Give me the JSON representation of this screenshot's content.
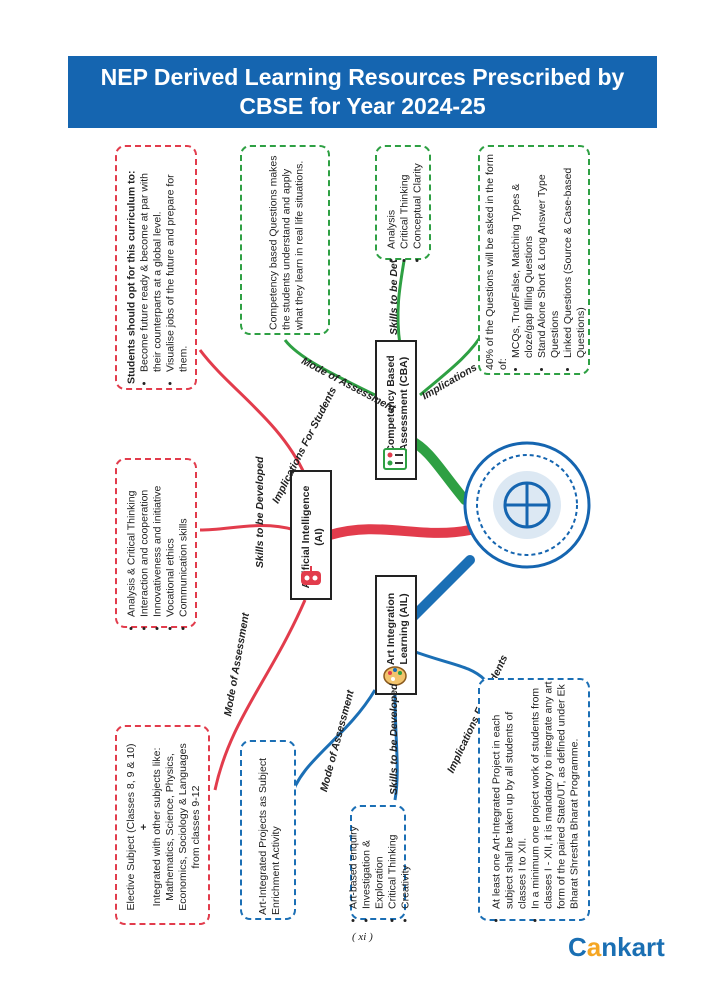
{
  "title": {
    "line1": "NEP Derived Learning Resources Prescribed by",
    "line2": "CBSE for Year 2024-25"
  },
  "center": {
    "logo_name": "cbse-logo"
  },
  "ai": {
    "node_label": "Artificial Intelligence (AI)",
    "skills_label": "Skills to be Developed",
    "implications_label": "Implications For Students",
    "assessment_label": "Mode of Assessment",
    "skills": [
      "Analysis & Critical Thinking",
      "Interaction and cooperation",
      "Innovativeness and initiative",
      "Vocational ethics",
      "Communication skills"
    ],
    "implications_title": "Students should opt for this curriculum to:",
    "implications": [
      "Become future ready & become at par with their counterparts at a global level.",
      "Visualise jobs of the future and prepare for them."
    ],
    "assessment_line1": "Elective Subject (Classes 8, 9 & 10)",
    "assessment_plus": "+",
    "assessment_line2": "Integrated with other subjects like: Mathematics, Science, Physics, Economics, Sociology & Languages from classes 9-12"
  },
  "cba": {
    "node_label": "Competency Based Assessment (CBA)",
    "skills_label": "Skills to be Developed",
    "assessment_label": "Mode of Assessment",
    "implications_label": "Implications For Students",
    "skills": [
      "Analysis",
      "Critical Thinking",
      "Conceptual Clarity"
    ],
    "assessment": "Competency based Questions makes the students understand and apply what they learn in real life situations.",
    "implications_title": "40% of the Questions will be asked in the form of:",
    "implications": [
      "MCQs, True/False, Matching Types & cloze/gap filling Questions",
      "Stand Alone Short & Long Answer Type Questions",
      "Linked Questions (Source & Case-based Questions)"
    ]
  },
  "ail": {
    "node_label": "Art Integration Learning (AIL)",
    "assessment_label": "Mode of Assessment",
    "skills_label": "Skills to be Developed",
    "implications_label": "Implications For Students",
    "assessment": "Art-Integrated Projects as Subject Enrichment Activity",
    "skills": [
      "Art-based enquiry",
      "Investigation & Exploration",
      "Critical Thinking",
      "Creativity"
    ],
    "implications": [
      "At least one Art-Integrated Project in each subject shall be taken up by all students of classes I to XII.",
      "In a minimum one project work of students from classes I - XII, it is mandatory to integrate any art form of the paired State/UT, as defined under Ek Bharat Shrestha Bharat Programme."
    ]
  },
  "footer": {
    "page_number": "( xi )",
    "brand_c": "C",
    "brand_a": "a",
    "brand_rest": "nkart"
  },
  "colors": {
    "title_bg": "#1565b0",
    "ai": "#e23c4c",
    "cba": "#2ea043",
    "ail": "#1b6fb5"
  }
}
